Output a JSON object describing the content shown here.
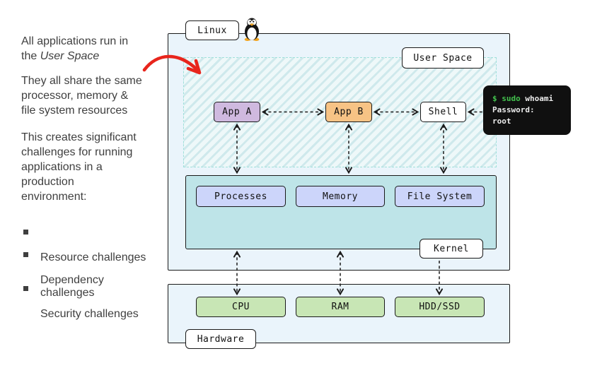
{
  "left_panel": {
    "p1_lead": "All applications run in\nthe ",
    "p1_italic": "User Space",
    "p2": "They all share the same\nprocessor, memory &\nfile system resources",
    "p3": "This creates significant\nchallenges for running\napplications in a\nproduction\nenvironment:",
    "bullets": [
      "Resource challenges",
      "Dependency\nchallenges",
      "Security challenges"
    ]
  },
  "diagram": {
    "linux_label": "Linux",
    "user_space_label": "User Space",
    "kernel_label": "Kernel",
    "hardware_label": "Hardware",
    "app_a": "App A",
    "app_b": "App B",
    "shell": "Shell",
    "processes": "Processes",
    "memory": "Memory",
    "file_system": "File System",
    "cpu": "CPU",
    "ram": "RAM",
    "hdd": "HDD/SSD"
  },
  "terminal": {
    "prompt_highlight": "$ sudo",
    "command": " whoami",
    "output_line1": "Password:",
    "output_line2": "root"
  },
  "colors": {
    "accent_red": "#e8251c",
    "terminal_green": "#43c24e",
    "app_a_fill": "#cfb9df",
    "app_b_fill": "#f7c385",
    "kernel_component_fill": "#ccd5fa",
    "hardware_component_fill": "#c8e6b5",
    "kernel_area_fill": "#bee4e8",
    "layer_fill": "#eaf4fb"
  }
}
